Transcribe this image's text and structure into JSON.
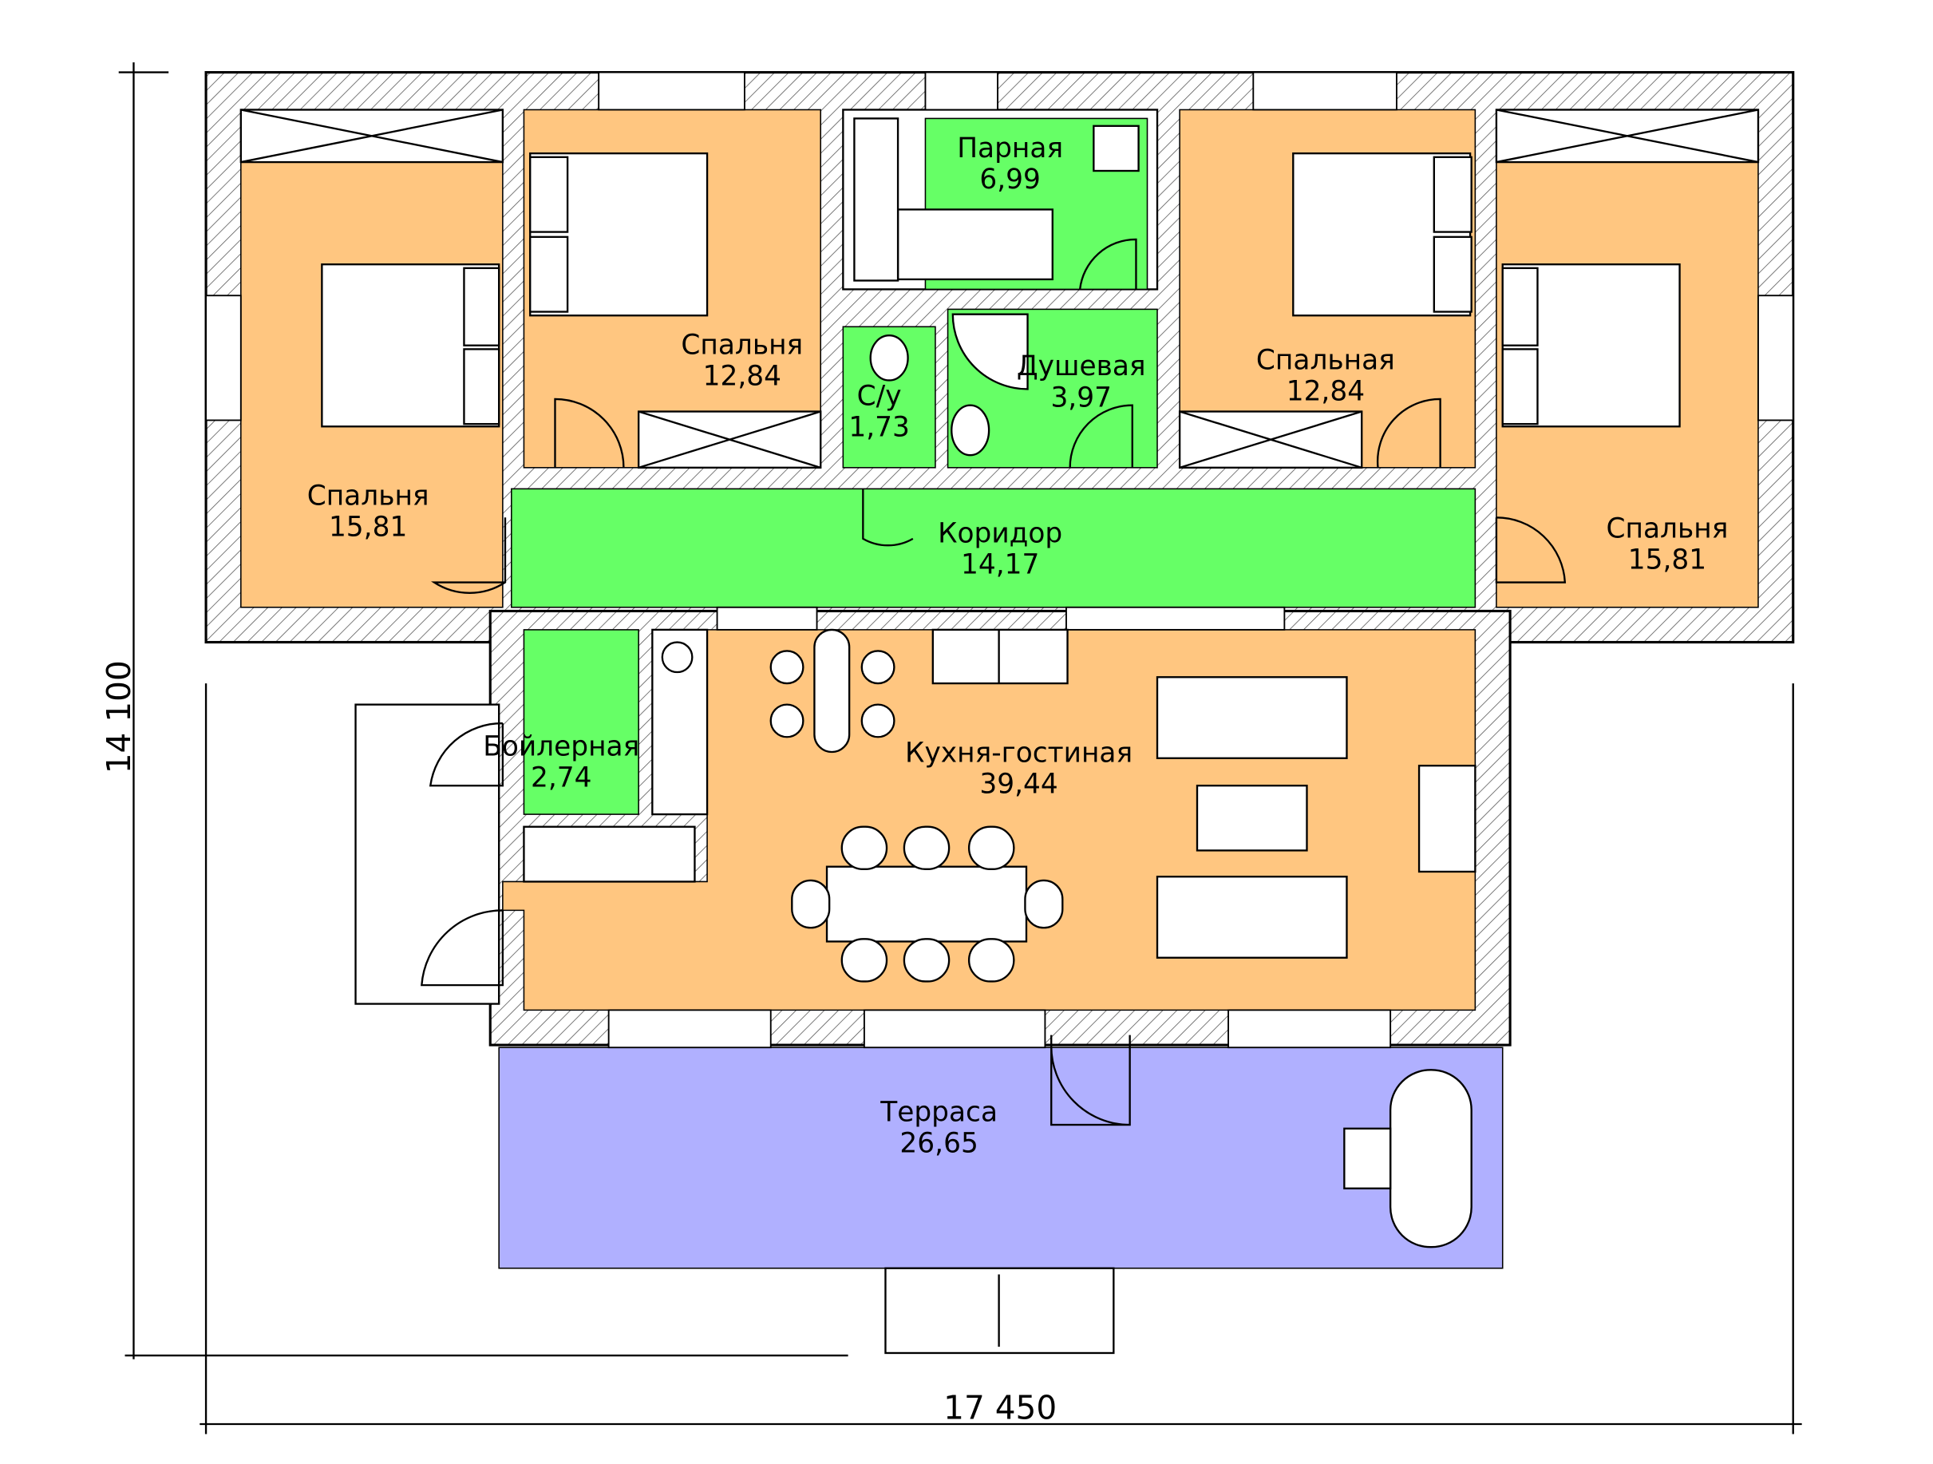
{
  "colors": {
    "bedroom": "#ffc680",
    "wet": "#66ff66",
    "terrace": "#b0b0ff",
    "wall": "#000000"
  },
  "rooms": {
    "bedroom_left": {
      "name": "Спальня",
      "area": "15,81"
    },
    "bedroom_2": {
      "name": "Спальня",
      "area": "12,84"
    },
    "steam_room": {
      "name": "Парная",
      "area": "6,99"
    },
    "wc": {
      "name": "С/у",
      "area": "1,73"
    },
    "shower": {
      "name": "Душевая",
      "area": "3,97"
    },
    "bedroom_3": {
      "name": "Спальная",
      "area": "12,84"
    },
    "bedroom_right": {
      "name": "Спальня",
      "area": "15,81"
    },
    "corridor": {
      "name": "Коридор",
      "area": "14,17"
    },
    "boiler": {
      "name": "Бойлерная",
      "area": "2,74"
    },
    "kitchen_living": {
      "name": "Кухня-гостиная",
      "area": "39,44"
    },
    "terrace": {
      "name": "Терраса",
      "area": "26,65"
    }
  },
  "dimensions": {
    "height": "14 100",
    "width": "17 450"
  }
}
